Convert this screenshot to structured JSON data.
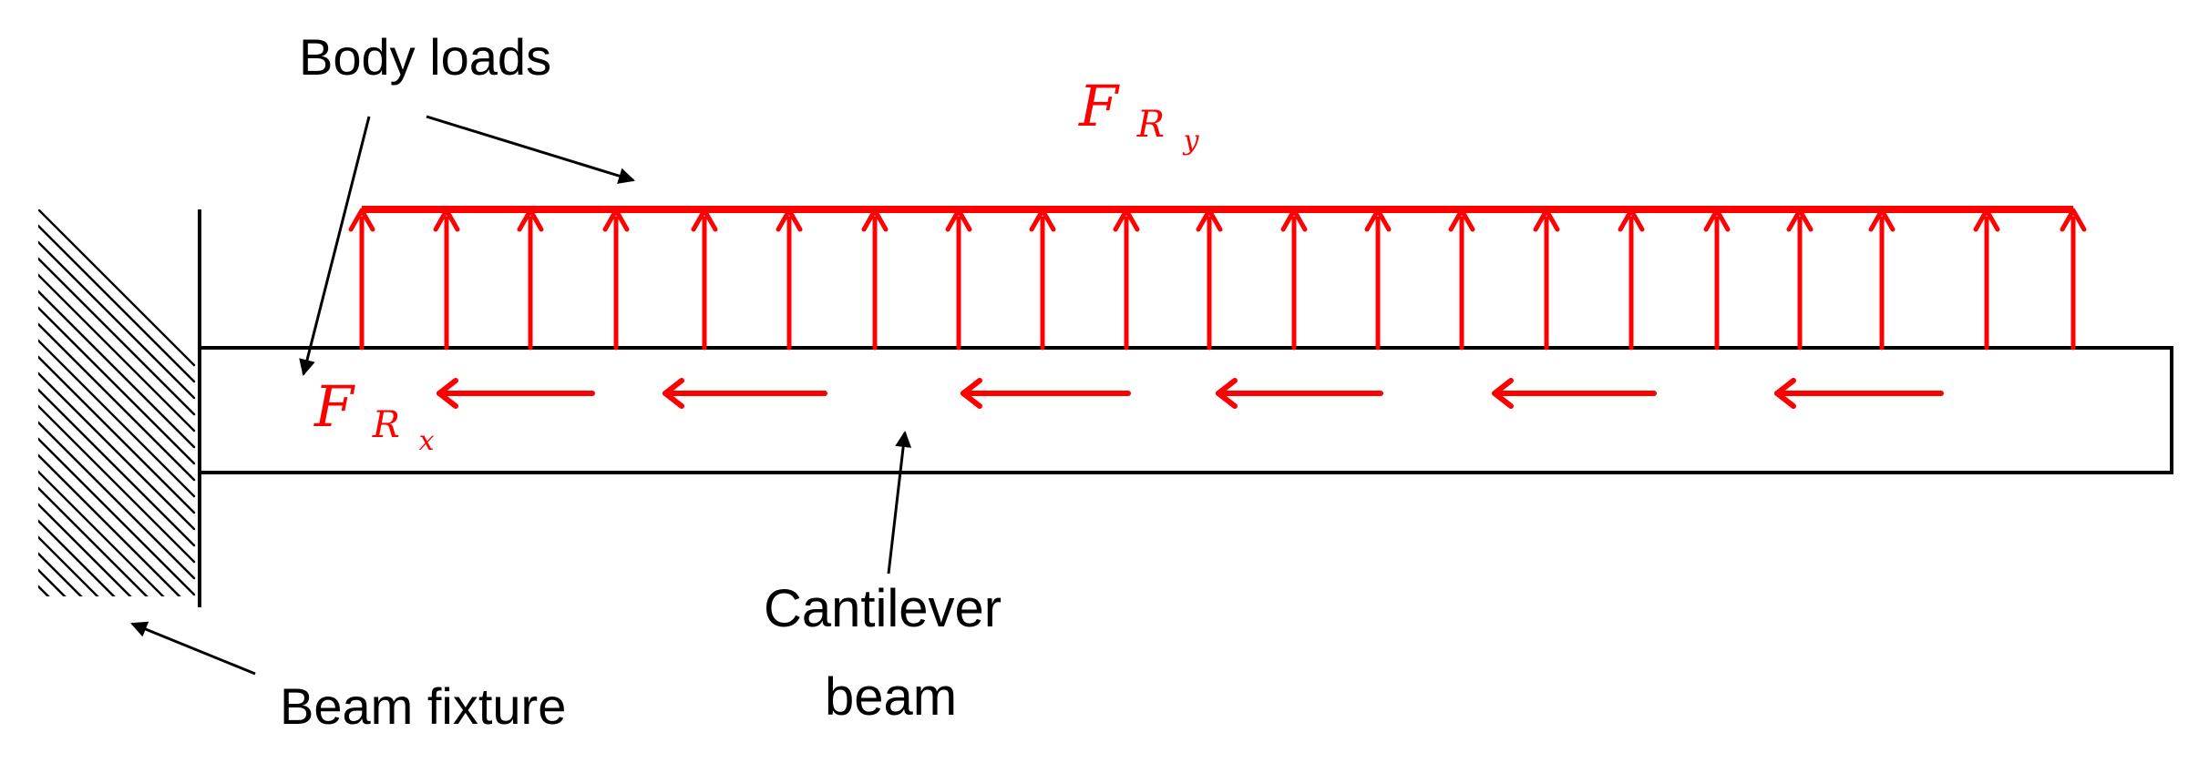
{
  "labels": {
    "body_loads": "Body loads",
    "beam_fixture": "Beam fixture",
    "cantilever_line1": "Cantilever",
    "cantilever_line2": "beam"
  },
  "symbols": {
    "fry_main": "F",
    "fry_sub": "R",
    "fry_subsub": "y",
    "frx_main": "F",
    "frx_sub": "R",
    "frx_subsub": "x"
  },
  "colors": {
    "load": "#ff0000",
    "ink": "#000000",
    "background": "#ffffff"
  }
}
